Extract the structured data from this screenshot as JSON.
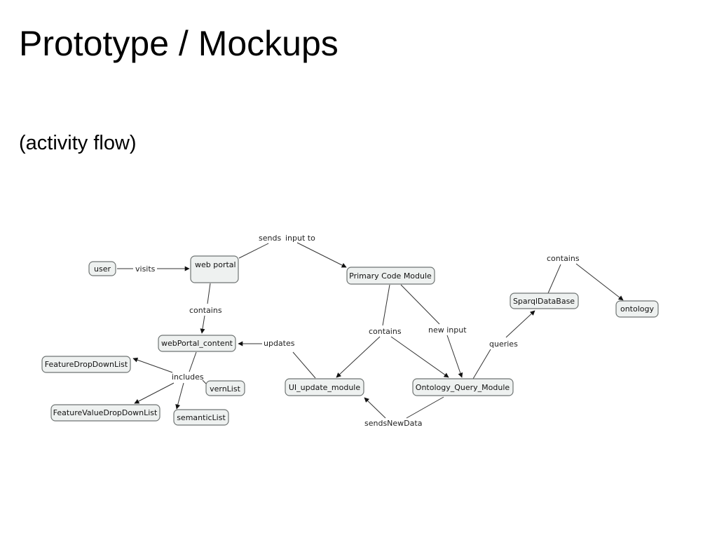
{
  "slide": {
    "title": "Prototype / Mockups",
    "subtitle": "(activity flow)"
  },
  "diagram": {
    "nodes": {
      "user": "user",
      "web_portal": "web portal",
      "primary_code_module": "Primary Code Module",
      "sparql_database": "SparqlDataBase",
      "ontology": "ontology",
      "webportal_content": "webPortal_content",
      "feature_dropdown_list": "FeatureDropDownList",
      "vern_list": "vernList",
      "feature_value_dropdown_list": "FeatureValueDropDownList",
      "semantic_list": "semanticList",
      "ui_update_module": "UI_update_module",
      "ontology_query_module": "Ontology_Query_Module"
    },
    "links": {
      "visits": "visits",
      "sends": "sends",
      "input_to": "input to",
      "contains_portal": "contains",
      "updates": "updates",
      "includes": "includes",
      "contains_code": "contains",
      "new_input": "new input",
      "queries": "queries",
      "contains_sparql": "contains",
      "sends_new_data": "sendsNewData"
    }
  }
}
